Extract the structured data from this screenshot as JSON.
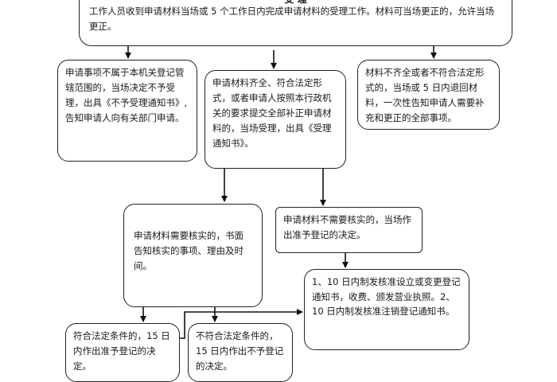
{
  "top": {
    "title": "受 理",
    "text": "工作人员收到申请材料当场或 5 个工作日内完成申请材料的受理工作。材料可当场更正的，允许当场更正。"
  },
  "left_box": {
    "text": "申请事项不属于本机关登记管辖范围的，当场决定不予受理，出具《不予受理通知书》,告知申请人向有关部门申请。"
  },
  "center_box": {
    "text": "申请材料齐全、符合法定形式，或者申请人按照本行政机关的要求提交全部补正申请材料的，当场受理，出具《受理通知书》。"
  },
  "right_box": {
    "text": "材料不齐全或者不符合法定形式的，当场或 5 日内退回材料，一次性告知申请人需要补充和更正的全部事项。"
  },
  "verify_box": {
    "text": "申请材料需要核实的，书面告知核实的事项、理由及时间。"
  },
  "no_verify_box": {
    "text": "申请材料不需要核实的，当场作出准予登记的决定。"
  },
  "issue_box": {
    "text": "1、10 日内制发核准设立或变更登记通知书，收费、颁发营业执照。2、10 日内制发核准注销登记通知书。"
  },
  "approve_box": {
    "text": "符合法定条件的，15 日内作出准予登记的决定。"
  },
  "reject_box": {
    "text": "不符合法定条件的，15 日内作出不予登记的决定。"
  }
}
